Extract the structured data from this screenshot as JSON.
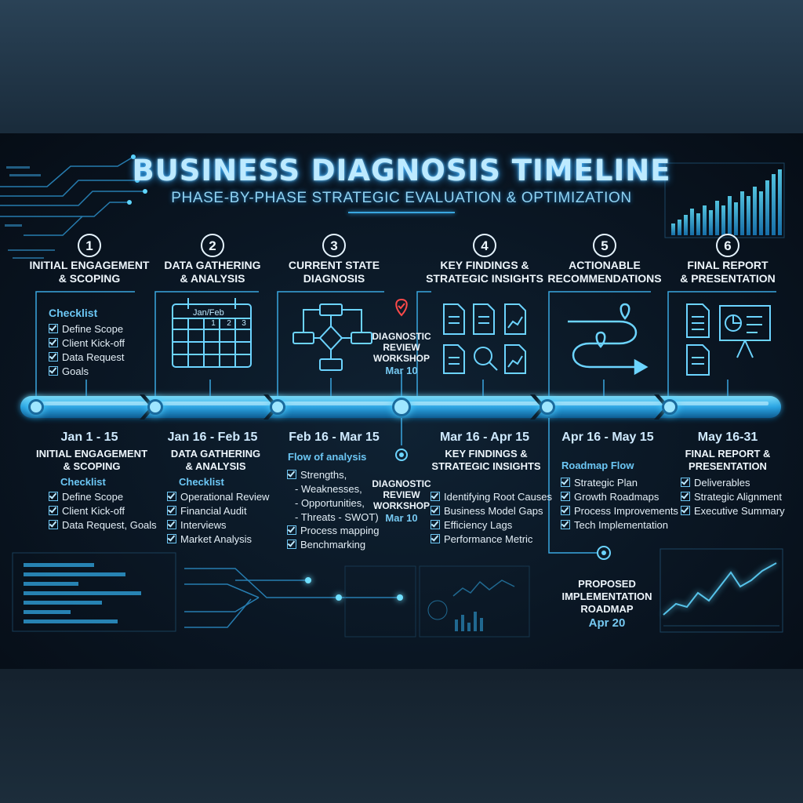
{
  "header": {
    "title": "BUSINESS DIAGNOSIS TIMELINE",
    "subtitle": "PHASE-BY-PHASE STRATEGIC EVALUATION & OPTIMIZATION"
  },
  "phases": [
    {
      "num": "1",
      "title": "INITIAL ENGAGEMENT\n& SCOPING",
      "top_check_title": "Checklist",
      "top_items": [
        "Define Scope",
        "Client Kick-off",
        "Data Request",
        "Goals"
      ],
      "date": "Jan 1 - 15",
      "low_title": "INITIAL ENGAGEMENT\n& SCOPING",
      "low_check_title": "Checklist",
      "low_items": [
        "Define Scope",
        "Client Kick-off",
        "Data Request, Goals"
      ]
    },
    {
      "num": "2",
      "title": "DATA GATHERING\n& ANALYSIS",
      "calendar_label": "Jan/Feb",
      "calendar_days": [
        "1",
        "2",
        "3"
      ],
      "date": "Jan 16 - Feb 15",
      "low_title": "DATA GATHERING\n& ANALYSIS",
      "low_check_title": "Checklist",
      "low_items": [
        "Operational Review",
        "Financial Audit",
        "Interviews",
        "Market Analysis"
      ]
    },
    {
      "num": "3",
      "title": "CURRENT STATE\nDIAGNOSIS",
      "date": "Feb 16 - Mar 15",
      "low_heading": "Flow of analysis",
      "swot_first": "Strengths,",
      "swot_lines": [
        "- Weaknesses,",
        "- Opportunities,",
        "- Threats - SWOT)"
      ],
      "low_items": [
        "Process mapping",
        "Benchmarking"
      ]
    },
    {
      "num": "4",
      "title": "KEY FINDINGS &\nSTRATEGIC INSIGHTS",
      "date": "Mar 16 - Apr 15",
      "low_title": "KEY FINDINGS &\nSTRATEGIC INSIGHTS",
      "low_items": [
        "Identifying Root Causes",
        "Business Model Gaps",
        "Efficiency Lags",
        "Performance Metric"
      ]
    },
    {
      "num": "5",
      "title": "ACTIONABLE\nRECOMMENDATIONS",
      "date": "Apr 16 - May 15",
      "low_heading": "Roadmap Flow",
      "low_items": [
        "Strategic Plan",
        "Growth Roadmaps",
        "Process Improvements",
        "Tech Implementation"
      ]
    },
    {
      "num": "6",
      "title": "FINAL REPORT\n& PRESENTATION",
      "date": "May 16-31",
      "low_title": "FINAL REPORT &\nPRESENTATION",
      "low_items": [
        "Deliverables",
        "Strategic Alignment",
        "Executive Summary"
      ]
    }
  ],
  "milestones": [
    {
      "label": "DIAGNOSTIC\nREVIEW\nWORKSHOP",
      "date": "Mar 10"
    },
    {
      "label": "DIAGNOSTIC\nREVIEW\nWORKSHOP",
      "date": "Mar 10"
    },
    {
      "label": "PROPOSED\nIMPLEMENTATION\nROADMAP",
      "date": "Apr 20"
    }
  ],
  "colors": {
    "accent": "#4fd0ff",
    "text": "#eef6fc",
    "check": "#6cc7f5",
    "alert": "#ff4a4a"
  }
}
